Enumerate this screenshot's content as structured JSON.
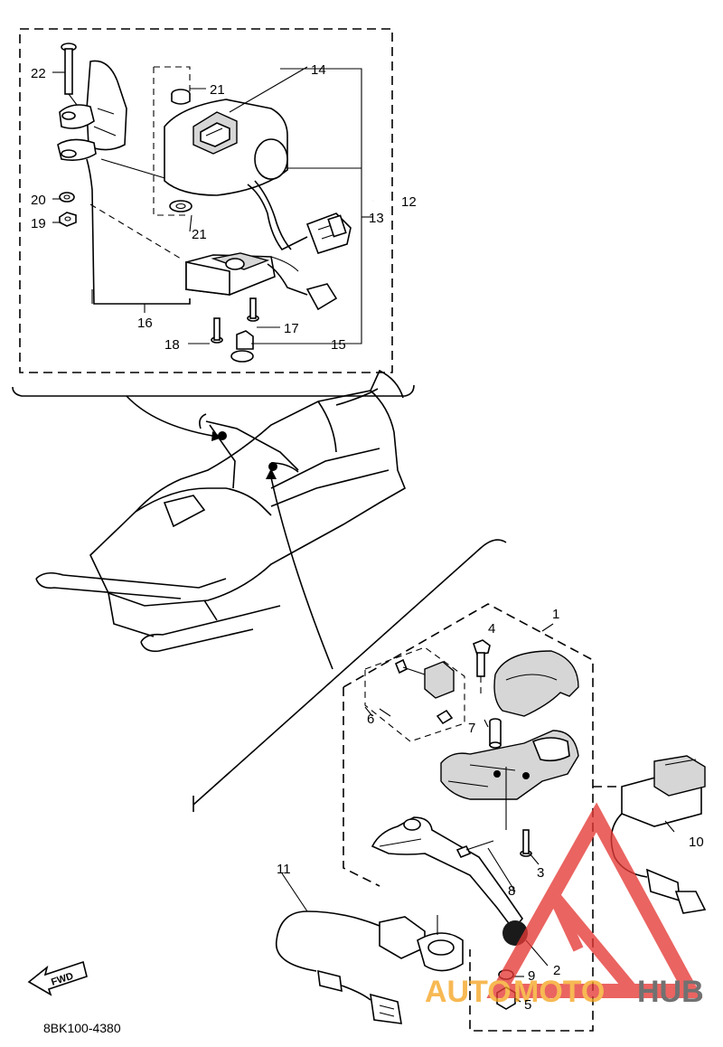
{
  "diagram": {
    "callouts": [
      "1",
      "2",
      "3",
      "4",
      "5",
      "6",
      "7",
      "8",
      "9",
      "10",
      "11",
      "12",
      "13",
      "14",
      "15",
      "16",
      "17",
      "18",
      "19",
      "20",
      "21",
      "21",
      "22"
    ],
    "forward_label": "FWD",
    "drawing_code": "8BK100-4380"
  },
  "watermark": {
    "text_part1": "AUTO",
    "text_part2": "MOTO",
    "text_part3": "HUB",
    "colors": {
      "red": "#e53935",
      "orange": "#f5a623",
      "dark": "#4a4a4a"
    }
  }
}
